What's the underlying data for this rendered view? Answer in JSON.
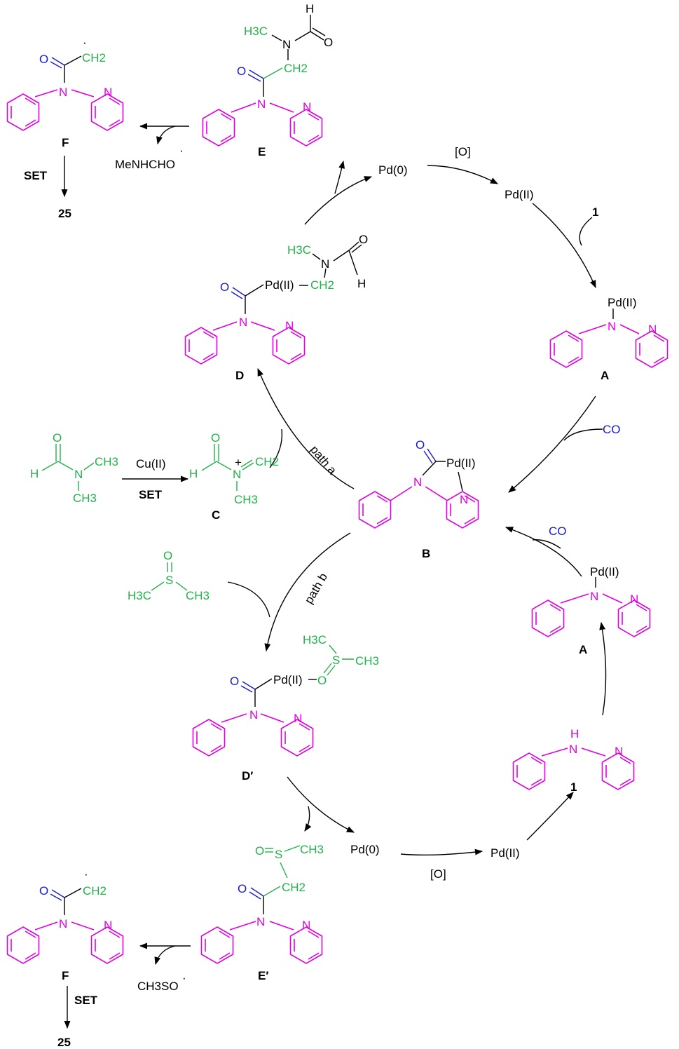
{
  "colors": {
    "black": "#000000",
    "green": "#22b24c",
    "blue": "#1a1acc",
    "magenta": "#e000e0"
  },
  "labels": {
    "E": "E",
    "F_top": "F",
    "F_bottom": "F",
    "D": "D",
    "A_top": "A",
    "A_bottom": "A",
    "B": "B",
    "C": "C",
    "D_prime": "D′",
    "E_prime": "E′",
    "compound_1_top": "1",
    "compound_1_bottom": "1",
    "product_25_top": "25",
    "product_25_bottom": "25",
    "set_top": "SET",
    "set_bottom": "SET",
    "set_c": "SET"
  },
  "reagents": {
    "pd0_top": "Pd(0)",
    "pd2_top": "Pd(II)",
    "ox_top": "[O]",
    "pd0_bottom": "Pd(0)",
    "pd2_bottom": "Pd(II)",
    "ox_bottom": "[O]",
    "co_top": "CO",
    "co_bottom": "CO",
    "cu2": "Cu(II)",
    "menhcho": "MeNHCHO",
    "ch3so": "CH3SO",
    "path_a": "path a",
    "path_b": "path b"
  },
  "atoms": {
    "O": "O",
    "N": "N",
    "H": "H",
    "S": "S",
    "NH": "H",
    "CH2": "CH2",
    "CH3": "CH3",
    "H3C": "H3C",
    "PdII": "Pd(II)",
    "dot": "·",
    "plus": "+"
  }
}
